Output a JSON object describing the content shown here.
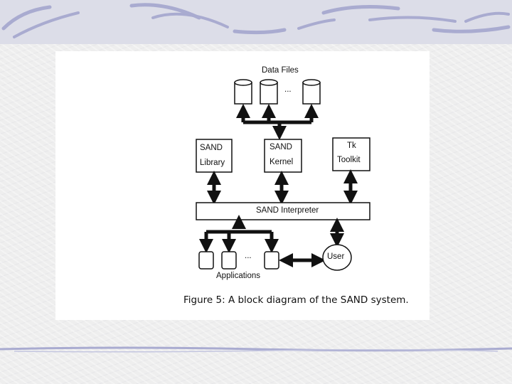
{
  "diagram": {
    "data_files_label": "Data Files",
    "data_files_ellipsis": "...",
    "sand_library_line1": "SAND",
    "sand_library_line2": "Library",
    "sand_kernel_line1": "SAND",
    "sand_kernel_line2": "Kernel",
    "tk_toolkit_line1": "Tk",
    "tk_toolkit_line2": "Toolkit",
    "interpreter_label": "SAND Interpreter",
    "applications_ellipsis": "...",
    "applications_label": "Applications",
    "user_label": "User"
  },
  "caption": "Figure 5:  A block diagram of the SAND system."
}
